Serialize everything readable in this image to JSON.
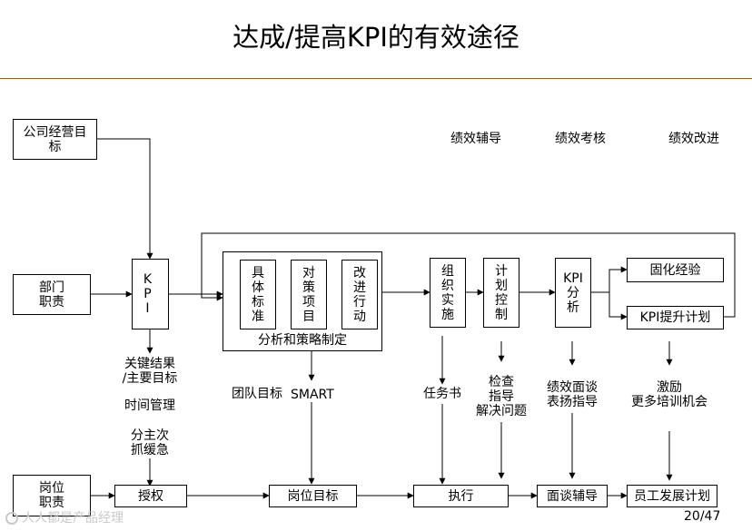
{
  "title": "达成/提高KPI的有效途径",
  "page_number": "20/47",
  "watermark": "人人都是产品经理",
  "diagram": {
    "phases": {
      "coaching": "绩效辅导",
      "appraisal": "绩效考核",
      "improvement": "绩效改进"
    },
    "boxes": {
      "company_goals": "公司经营目标",
      "dept_duties": "部门职责",
      "position_duties": "岗位职责",
      "kpi": "KPI",
      "concrete_standard": "具体标准",
      "countermeasure": "对策项目",
      "improve_action": "改进行动",
      "analysis_strategy": "分析和策略制定",
      "organize": "组织实施",
      "plan_control": "计划控制",
      "kpi_analysis": "KPI分析",
      "consolidate": "固化经验",
      "kpi_plan": "KPI提升计划",
      "authorize": "授权",
      "position_goals": "岗位目标",
      "execute": "执行",
      "interview": "面谈辅导",
      "staff_plan": "员工发展计划"
    },
    "labels": {
      "key_results": "关键结果\n/主要目标",
      "time_mgmt": "时间管理",
      "priority": "分主次\n抓缓急",
      "team_goals": "团队目标",
      "smart": "SMART",
      "task_book": "任务书",
      "check": "检查\n指导\n解决问题",
      "interview_praise": "绩效面谈\n表扬指导",
      "incentive": "激励\n更多培训机会"
    }
  }
}
